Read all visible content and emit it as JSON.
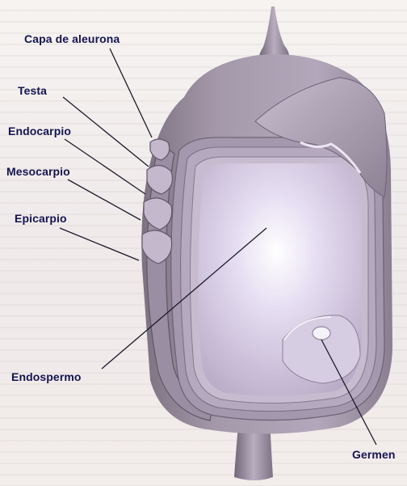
{
  "labels": {
    "capa_de_aleurona": "Capa de aleurona",
    "testa": "Testa",
    "endocarpio": "Endocarpio",
    "mesocarpio": "Mesocarpio",
    "epicarpio": "Epicarpio",
    "endospermo": "Endospermo",
    "germen": "Germen"
  },
  "colors": {
    "text": "#141450",
    "leader": "#1b1b2a",
    "grain_outer": "#a79aae",
    "grain_inner": "#ddd4ea",
    "background": "#f4f1ee"
  }
}
